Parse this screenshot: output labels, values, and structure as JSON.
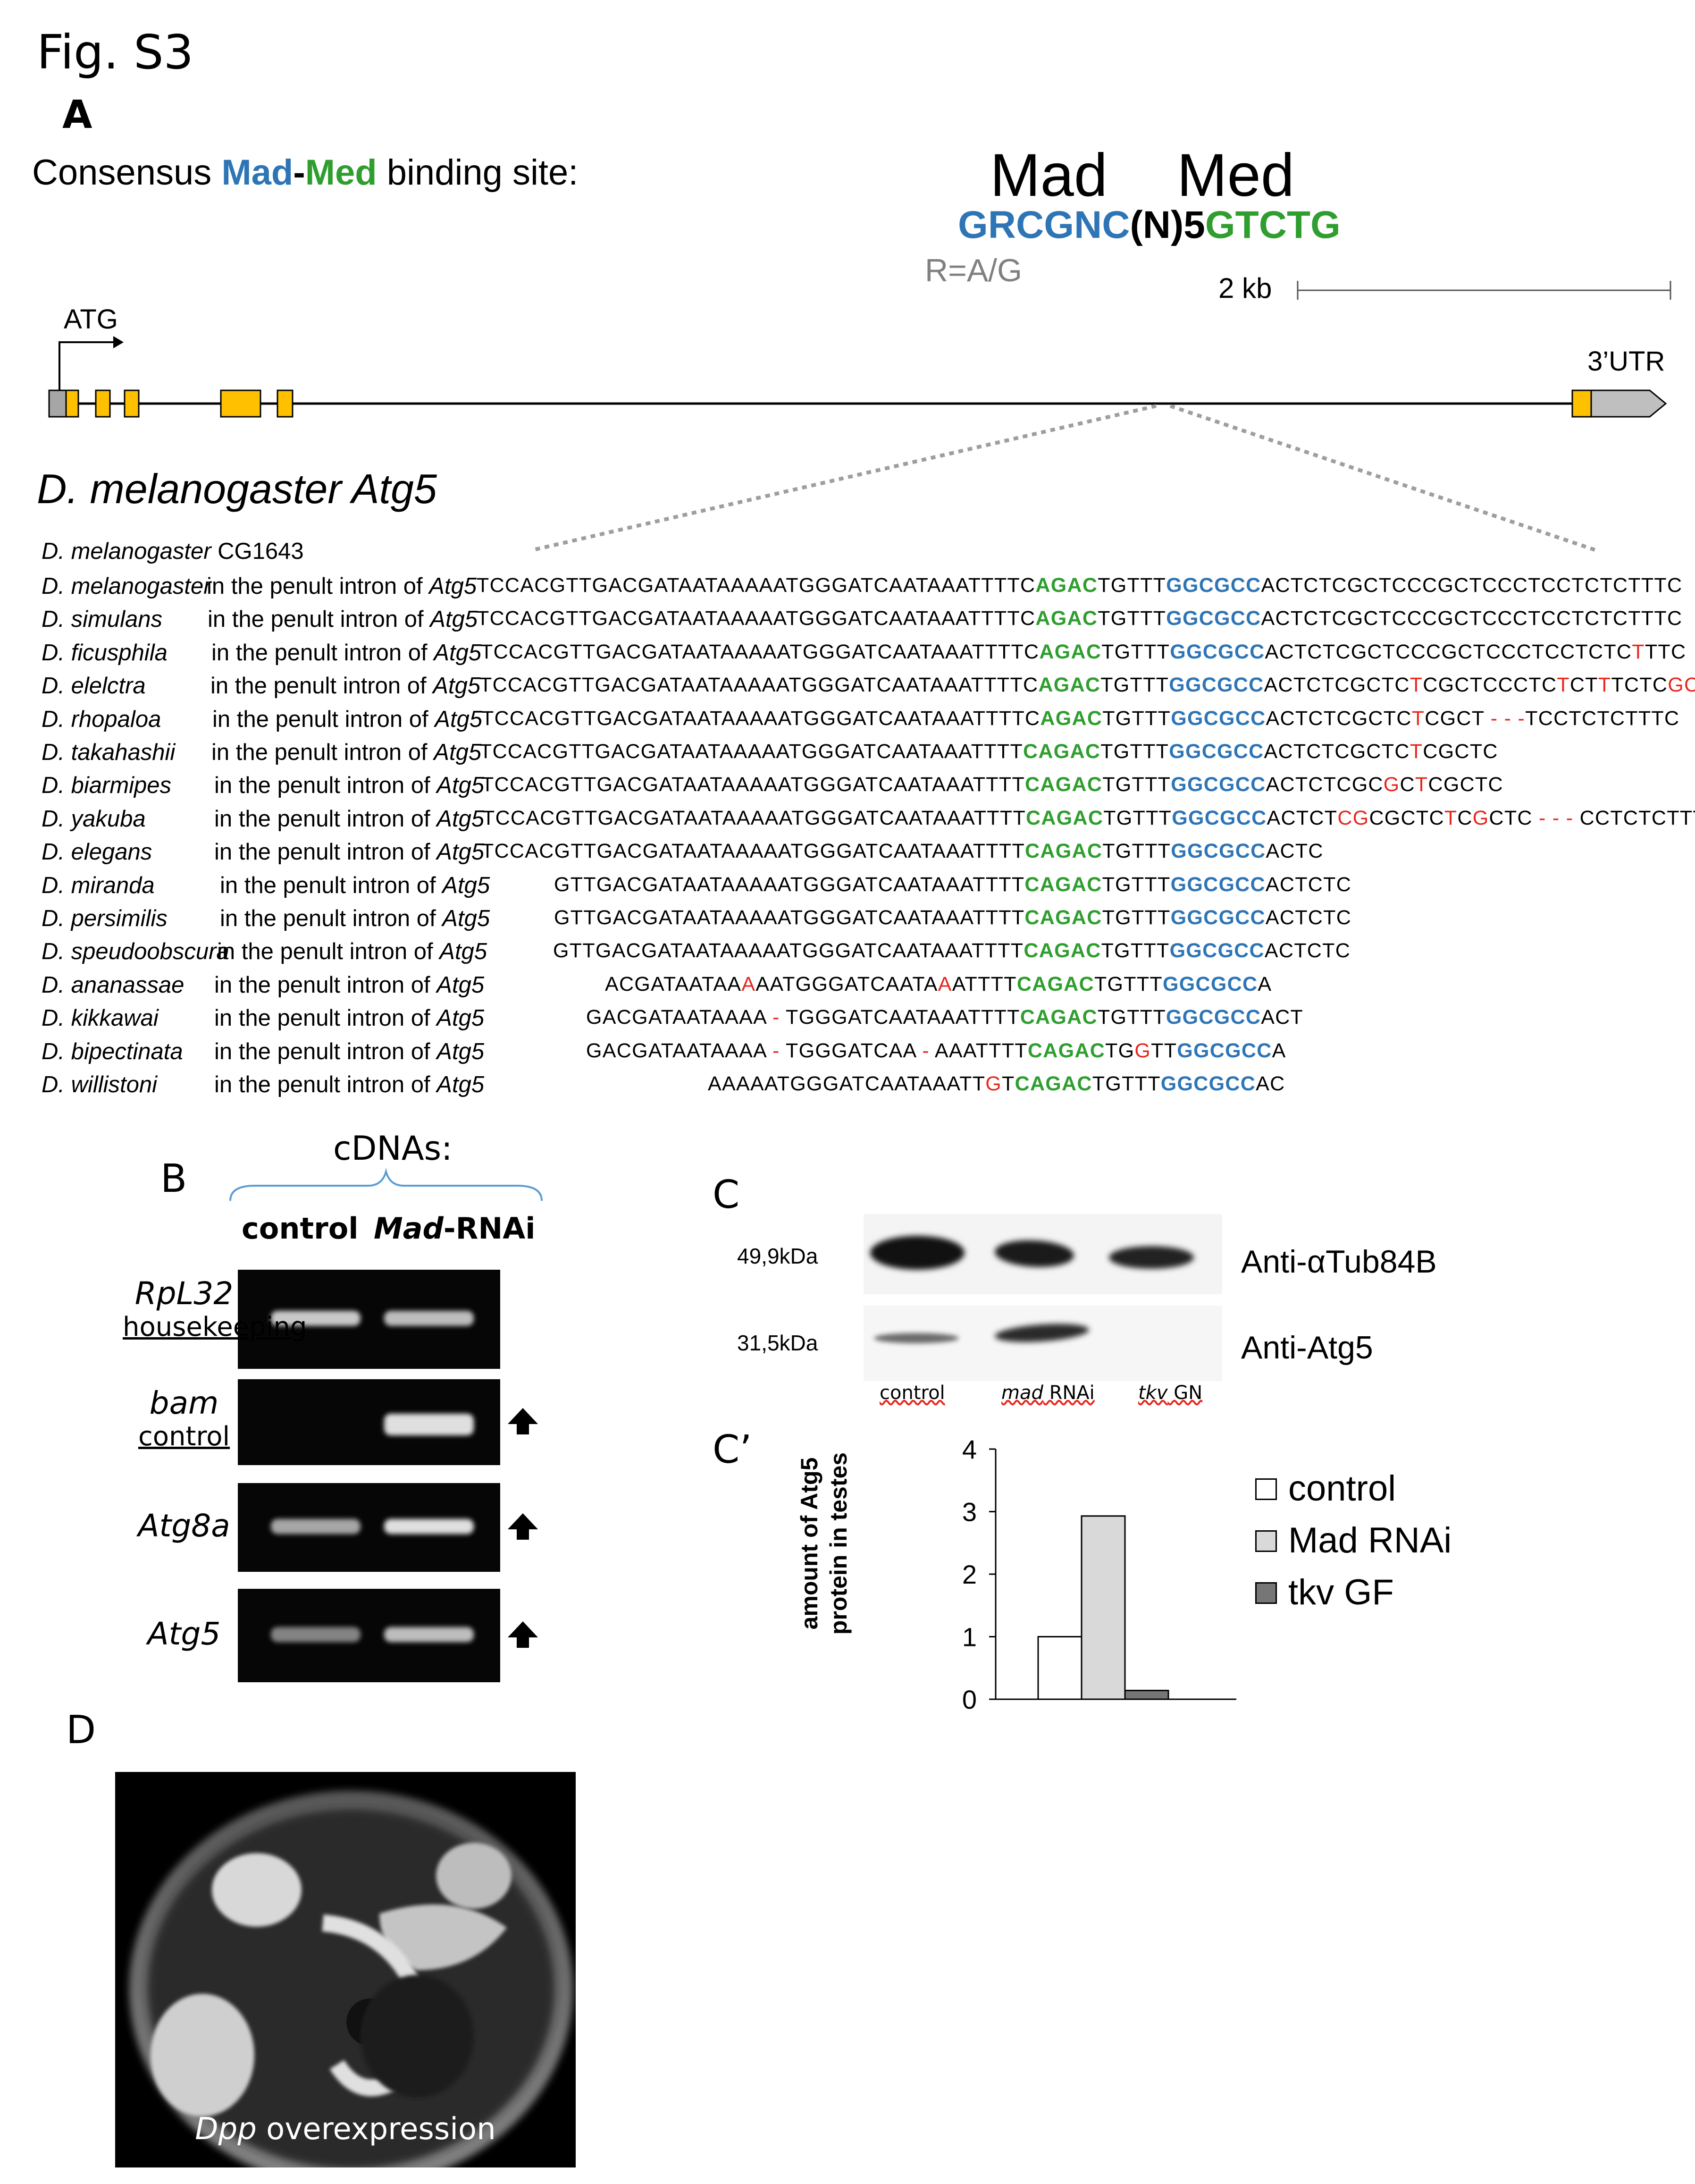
{
  "figure_title": "Fig. S3",
  "panel_a": {
    "letter": "A",
    "consensus_prefix": "Consensus ",
    "consensus_mad": "Mad",
    "consensus_dash": "-",
    "consensus_med": "Med",
    "consensus_suffix": " binding site:",
    "mad_header": "Mad",
    "med_header": "Med",
    "motif_mad": "GRCGNC",
    "motif_mid": "(N)5",
    "motif_med": "GTCTG",
    "r_note": "R=A/G",
    "scale_label": "2 kb",
    "atg_label": "ATG",
    "utr_label": "3’UTR",
    "gene_title": "D. melanogaster Atg5",
    "ref_species": "D. melanogaster",
    "ref_gene": "CG1643",
    "context_text": "in the penult intron of ",
    "context_gene": "Atg5",
    "alignment": [
      {
        "species": "D. melanogaster",
        "seq": [
          [
            "TCCACGTTGACGATAATAAAAATGGGATCAATAAATTTTC",
            ""
          ],
          [
            "AGAC",
            "g"
          ],
          [
            "TGTTT",
            ""
          ],
          [
            "GGCGCC",
            "b"
          ],
          [
            "ACTCTCGCTCCCGCTCCCTCCTCTCTTTC",
            ""
          ]
        ]
      },
      {
        "species": "D. simulans",
        "seq": [
          [
            "TCCACGTTGACGATAATAAAAATGGGATCAATAAATTTTC",
            ""
          ],
          [
            "AGAC",
            "g"
          ],
          [
            "TGTTT",
            ""
          ],
          [
            "GGCGCC",
            "b"
          ],
          [
            "ACTCTCGCTCCCGCTCCCTCCTCTCTTTC",
            ""
          ]
        ]
      },
      {
        "species": "D. ficusphila",
        "seq": [
          [
            "TCCACGTTGACGATAATAAAAATGGGATCAATAAATTTTC",
            ""
          ],
          [
            "AGAC",
            "g"
          ],
          [
            "TGTTT",
            ""
          ],
          [
            "GGCGCC",
            "b"
          ],
          [
            "ACTCTCGCTCCCGCTCCCTCCTCTC",
            ""
          ],
          [
            "T",
            "r"
          ],
          [
            "TTC",
            ""
          ]
        ]
      },
      {
        "species": "D. elelctra",
        "seq": [
          [
            "TCCACGTTGACGATAATAAAAATGGGATCAATAAATTTTC",
            ""
          ],
          [
            "AGAC",
            "g"
          ],
          [
            "TGTTT",
            ""
          ],
          [
            "GGCGCC",
            "b"
          ],
          [
            "ACTCTCGCTC",
            ""
          ],
          [
            "T",
            "r"
          ],
          [
            "CGCTCCCTC",
            ""
          ],
          [
            "T",
            "r"
          ],
          [
            "CT",
            ""
          ],
          [
            "T",
            "r"
          ],
          [
            "TCTC",
            ""
          ],
          [
            "GC",
            "r"
          ]
        ]
      },
      {
        "species": "D. rhopaloa",
        "seq": [
          [
            "TCCACGTTGACGATAATAAAAATGGGATCAATAAATTTTC",
            ""
          ],
          [
            "AGAC",
            "g"
          ],
          [
            "TGTTT",
            ""
          ],
          [
            "GGCGCC",
            "b"
          ],
          [
            "ACTCTCGCTC",
            ""
          ],
          [
            "T",
            "r"
          ],
          [
            "CGCT ",
            ""
          ],
          [
            "- - -",
            "r"
          ],
          [
            "TCCTCTCTTTC",
            ""
          ]
        ]
      },
      {
        "species": "D. takahashii",
        "seq": [
          [
            "TCCACGTTGACGATAATAAAAATGGGATCAATAAATTTT",
            ""
          ],
          [
            "CAGAC",
            "g"
          ],
          [
            "TGTTT",
            ""
          ],
          [
            "GGCGCC",
            "b"
          ],
          [
            "ACTCTCGCTC",
            ""
          ],
          [
            "T",
            "r"
          ],
          [
            "CGCTC",
            ""
          ]
        ]
      },
      {
        "species": "D. biarmipes",
        "seq": [
          [
            "TCCACGTTGACGATAATAAAAATGGGATCAATAAATTTT",
            ""
          ],
          [
            "CAGAC",
            "g"
          ],
          [
            "TGTTT",
            ""
          ],
          [
            "GGCGCC",
            "b"
          ],
          [
            "ACTCTCGC",
            ""
          ],
          [
            "G",
            "r"
          ],
          [
            "C",
            ""
          ],
          [
            "T",
            "r"
          ],
          [
            "CGCTC",
            ""
          ]
        ]
      },
      {
        "species": "D. yakuba",
        "seq": [
          [
            "TCCACGTTGACGATAATAAAAATGGGATCAATAAATTTT",
            ""
          ],
          [
            "CAGAC",
            "g"
          ],
          [
            "TGTTT",
            ""
          ],
          [
            "GGCGCC",
            "b"
          ],
          [
            "ACTCT",
            ""
          ],
          [
            "CG",
            "r"
          ],
          [
            "CGCTC",
            ""
          ],
          [
            "T",
            "r"
          ],
          [
            "C",
            ""
          ],
          [
            "G",
            "r"
          ],
          [
            "CTC ",
            ""
          ],
          [
            "- - -",
            "r"
          ],
          [
            " CCTCTCTTTC",
            ""
          ]
        ]
      },
      {
        "species": "D. elegans",
        "seq": [
          [
            "TCCACGTTGACGATAATAAAAATGGGATCAATAAATTTT",
            ""
          ],
          [
            "CAGAC",
            "g"
          ],
          [
            "TGTTT",
            ""
          ],
          [
            "GGCGCC",
            "b"
          ],
          [
            "ACTC",
            ""
          ]
        ]
      },
      {
        "species": "D. miranda",
        "seq": [
          [
            "GTTGACGATAATAAAAATGGGATCAATAAATTTT",
            ""
          ],
          [
            "CAGAC",
            "g"
          ],
          [
            "TGTTT",
            ""
          ],
          [
            "GGCGCC",
            "b"
          ],
          [
            "ACTCTC",
            ""
          ]
        ]
      },
      {
        "species": "D. persimilis",
        "seq": [
          [
            "GTTGACGATAATAAAAATGGGATCAATAAATTTT",
            ""
          ],
          [
            "CAGAC",
            "g"
          ],
          [
            "TGTTT",
            ""
          ],
          [
            "GGCGCC",
            "b"
          ],
          [
            "ACTCTC",
            ""
          ]
        ]
      },
      {
        "species": "D. speudoobscura",
        "seq": [
          [
            "GTTGACGATAATAAAAATGGGATCAATAAATTTT",
            ""
          ],
          [
            "CAGAC",
            "g"
          ],
          [
            "TGTTT",
            ""
          ],
          [
            "GGCGCC",
            "b"
          ],
          [
            "ACTCTC",
            ""
          ]
        ]
      },
      {
        "species": "D. ananassae",
        "seq": [
          [
            "ACGATAATAA",
            ""
          ],
          [
            "A",
            "r"
          ],
          [
            "AATGGGATCAATA",
            ""
          ],
          [
            "A",
            "r"
          ],
          [
            "ATTTT",
            ""
          ],
          [
            "CAGAC",
            "g"
          ],
          [
            "TGTTT",
            ""
          ],
          [
            "GGCGCC",
            "b"
          ],
          [
            "A",
            ""
          ]
        ]
      },
      {
        "species": "D. kikkawai",
        "seq": [
          [
            "GACGATAATAAAA ",
            ""
          ],
          [
            "-",
            "r"
          ],
          [
            " TGGGATCAATAAATTTT",
            ""
          ],
          [
            "CAGAC",
            "g"
          ],
          [
            "TGTTT",
            ""
          ],
          [
            "GGCGCC",
            "b"
          ],
          [
            "ACT",
            ""
          ]
        ]
      },
      {
        "species": "D. bipectinata",
        "seq": [
          [
            "GACGATAATAAAA ",
            ""
          ],
          [
            "-",
            "r"
          ],
          [
            " TGGGATCAA ",
            ""
          ],
          [
            "-",
            "r"
          ],
          [
            " AAATTTT",
            ""
          ],
          [
            "CAGAC",
            "g"
          ],
          [
            "TG",
            ""
          ],
          [
            "G",
            "r"
          ],
          [
            "TT",
            ""
          ],
          [
            "GGCGCC",
            "b"
          ],
          [
            "A",
            ""
          ]
        ]
      },
      {
        "species": "D. willistoni",
        "seq": [
          [
            "AAAAATGGGATCAATAAATT",
            ""
          ],
          [
            "G",
            "r"
          ],
          [
            "T",
            ""
          ],
          [
            "CAGAC",
            "g"
          ],
          [
            "TGTTT",
            ""
          ],
          [
            "GGCGCC",
            "b"
          ],
          [
            "AC",
            ""
          ]
        ]
      }
    ]
  },
  "panel_b": {
    "letter": "B",
    "header": "cDNAs:",
    "col_control": "control",
    "col_rnai_gene": "Mad",
    "col_rnai_suffix": "-RNAi",
    "rows": [
      {
        "name": "RpL32",
        "sub": "housekeeping",
        "arrow": false
      },
      {
        "name": "bam",
        "sub": "control",
        "arrow": true
      },
      {
        "name": "Atg8a",
        "sub": "",
        "arrow": true
      },
      {
        "name": "Atg5",
        "sub": "",
        "arrow": true
      }
    ]
  },
  "panel_c": {
    "letter": "C",
    "mw_top": "49,9kDa",
    "mw_bottom": "31,5kDa",
    "ab_top": "Anti-αTub84B",
    "ab_bottom": "Anti-Atg5",
    "lane1": "control",
    "lane2_gene": "mad",
    "lane2_suffix": " RNAi",
    "lane3_gene": "tkv",
    "lane3_suffix": " GN"
  },
  "panel_c_prime": {
    "letter": "C’",
    "ylabel_line1": "amount of Atg5",
    "ylabel_line2": "protein in testes",
    "legend": [
      "control",
      "Mad RNAi",
      "tkv GF"
    ],
    "colors": [
      "#ffffff",
      "#d9d9d9",
      "#767676"
    ]
  },
  "chart_data": {
    "type": "bar",
    "categories": [
      "control",
      "Mad RNAi",
      "tkv GF"
    ],
    "values": [
      1.0,
      2.93,
      0.14
    ],
    "title": "",
    "xlabel": "",
    "ylabel": "amount of Atg5 protein in testes",
    "ylim": [
      0,
      4
    ],
    "yticks": [
      "0",
      "1",
      "2",
      "3",
      "4"
    ],
    "legend_position": "right",
    "grid": false
  },
  "panel_d": {
    "letter": "D",
    "caption_gene": "Dpp",
    "caption_suffix": " overexpression"
  }
}
